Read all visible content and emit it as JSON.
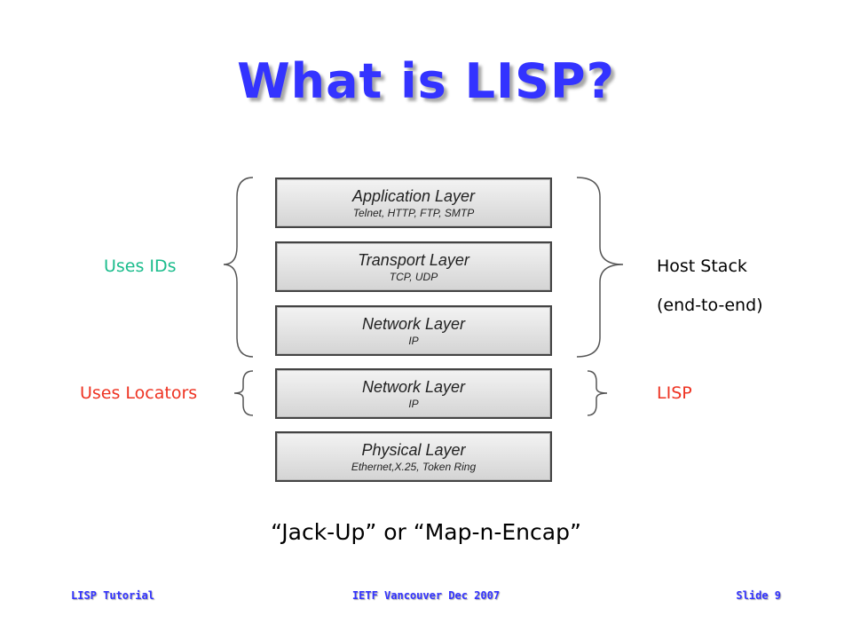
{
  "title": "What is LISP?",
  "layers": [
    {
      "name": "Application Layer",
      "sub": "Telnet, HTTP, FTP, SMTP"
    },
    {
      "name": "Transport Layer",
      "sub": "TCP, UDP"
    },
    {
      "name": "Network Layer",
      "sub": "IP"
    },
    {
      "name": "Network Layer",
      "sub": "IP"
    },
    {
      "name": "Physical Layer",
      "sub": "Ethernet,X.25, Token Ring"
    }
  ],
  "labels": {
    "uses_ids": "Uses IDs",
    "uses_locators": "Uses Locators",
    "host_stack": "Host Stack",
    "end_to_end": "(end-to-end)",
    "lisp": "LISP"
  },
  "quote": "“Jack-Up” or “Map-n-Encap”",
  "footer": {
    "left": "LISP Tutorial",
    "center": "IETF Vancouver Dec 2007",
    "right": "Slide 9"
  },
  "colors": {
    "title": "#3333ff",
    "ids": "#1abc8c",
    "locators": "#ee3322"
  }
}
